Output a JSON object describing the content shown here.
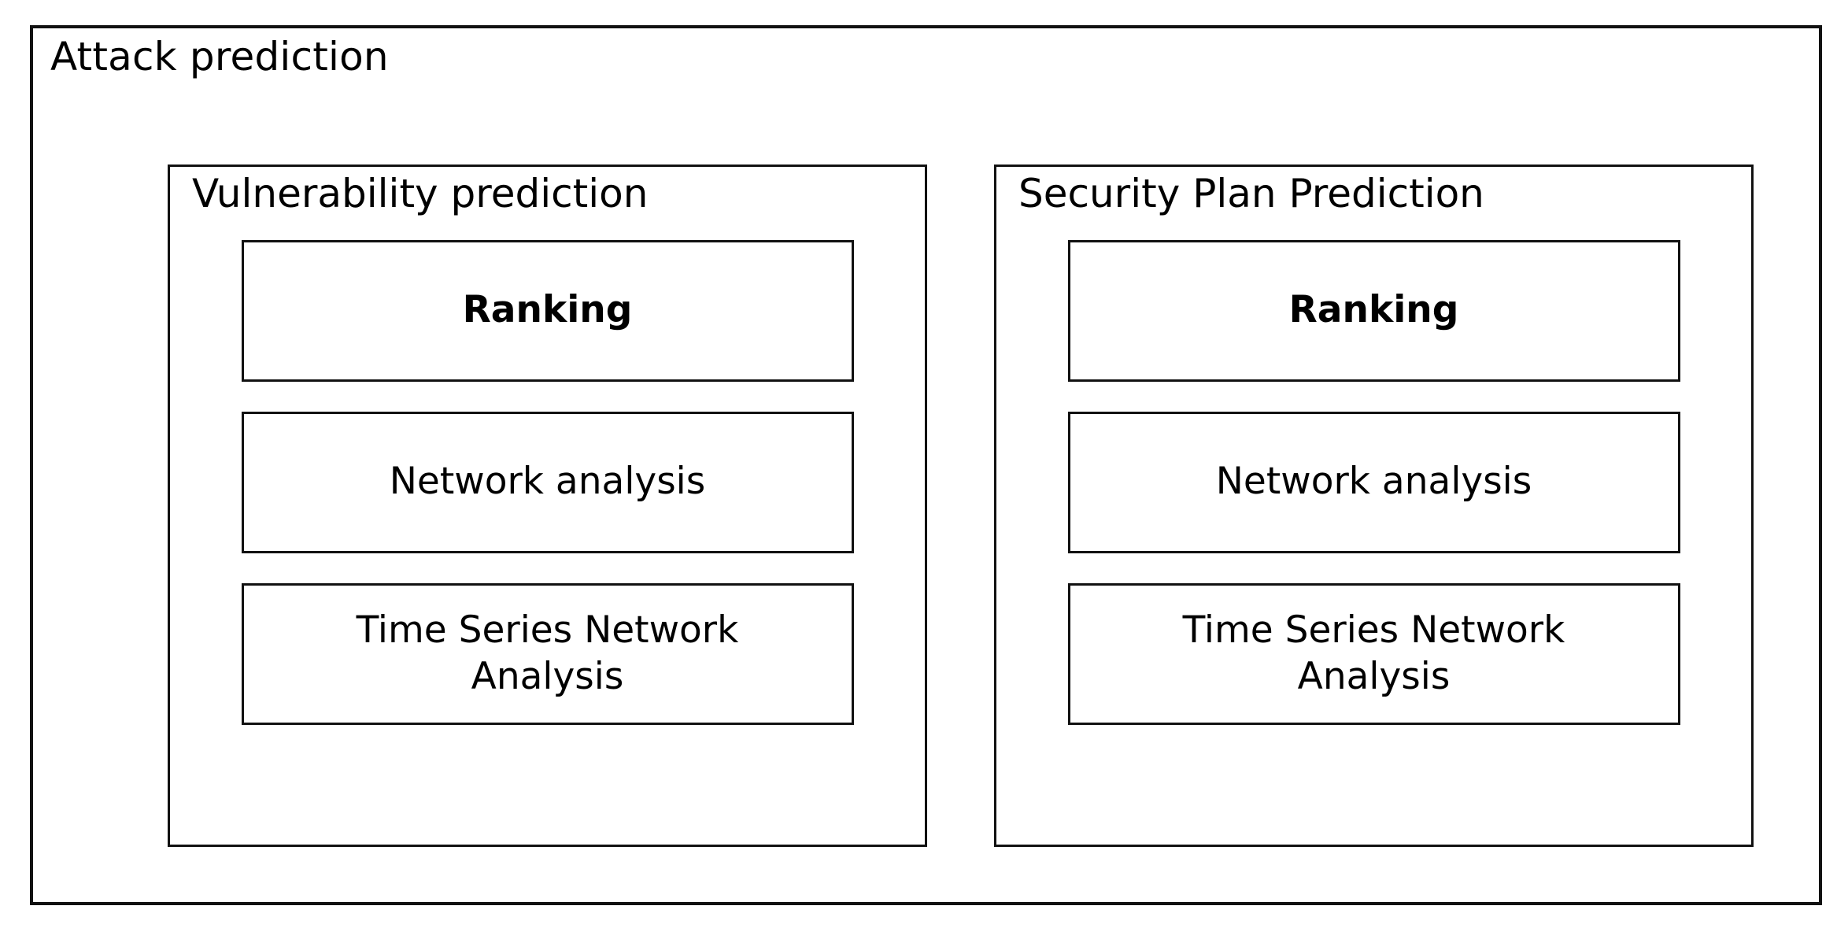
{
  "diagram": {
    "title": "Attack prediction",
    "border_color": "#111111",
    "background_color": "#ffffff",
    "panels": [
      {
        "title": "Vulnerability prediction",
        "items": [
          {
            "label": "Ranking",
            "emphasis": true
          },
          {
            "label": "Network analysis",
            "emphasis": false
          },
          {
            "label": "Time Series Network\nAnalysis",
            "emphasis": false
          }
        ]
      },
      {
        "title": "Security Plan Prediction",
        "items": [
          {
            "label": "Ranking",
            "emphasis": true
          },
          {
            "label": "Network analysis",
            "emphasis": false
          },
          {
            "label": "Time Series Network\nAnalysis",
            "emphasis": false
          }
        ]
      }
    ]
  }
}
